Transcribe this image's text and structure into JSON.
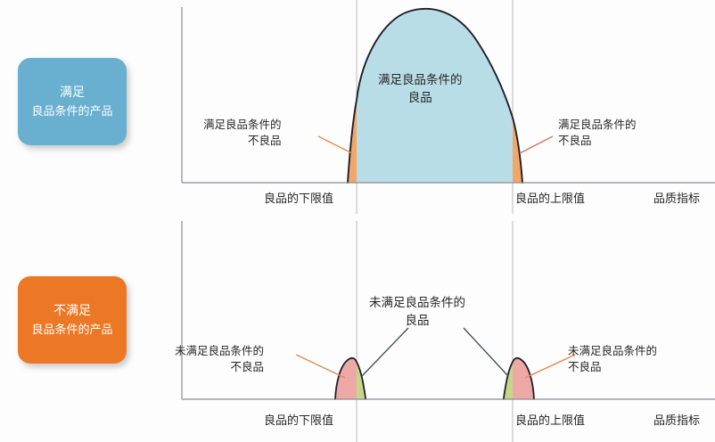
{
  "categories": [
    {
      "id": "qualified",
      "line1": "满足",
      "line2": "良品条件的产品",
      "color": "#68afd0"
    },
    {
      "id": "unqualified",
      "line1": "不满足",
      "line2": "良品条件的产品",
      "color": "#ec7826"
    }
  ],
  "top_chart": {
    "center_label": {
      "line1": "满足良品条件的",
      "line2": "良品"
    },
    "left_annotation": {
      "line1": "满足良品条件的",
      "line2": "不良品"
    },
    "right_annotation": {
      "line1": "满足良品条件的",
      "line2": "不良品"
    },
    "lower_limit_label": "良品的下限值",
    "upper_limit_label": "良品的上限值",
    "metric_axis_label": "品质指标"
  },
  "bottom_chart": {
    "center_label": {
      "line1": "未满足良品条件的",
      "line2": "良品"
    },
    "left_annotation": {
      "line1": "未满足良品条件的",
      "line2": "不良品"
    },
    "right_annotation": {
      "line1": "未满足良品条件的",
      "line2": "不良品"
    },
    "lower_limit_label": "良品的下限值",
    "upper_limit_label": "良品的上限值",
    "metric_axis_label": "品质指标"
  },
  "chart_data": {
    "type": "area",
    "title": "",
    "xlabel": "品质指标",
    "ylabel": "",
    "grid": false,
    "legend": "none",
    "spec_limits": {
      "lower_label": "良品的下限值",
      "upper_label": "良品的上限值",
      "lower_x": 0.345,
      "upper_x": 0.63
    },
    "panels": [
      {
        "name": "满足良品条件的产品",
        "distribution": "normal",
        "mean_x": 0.4875,
        "std_x": 0.06,
        "peak_height": 1.0,
        "regions": [
          {
            "name": "满足良品条件的不良品",
            "fill": "#f2a768",
            "x_range": [
              0.333,
              0.352
            ]
          },
          {
            "name": "满足良品条件的良品",
            "fill": "#b9dde6",
            "x_range": [
              0.352,
              0.623
            ]
          },
          {
            "name": "满足良品条件的不良品",
            "fill": "#f2a768",
            "x_range": [
              0.623,
              0.642
            ]
          }
        ]
      },
      {
        "name": "不满足良品条件的产品",
        "distribution": "bimodal-narrow",
        "peaks_x": [
          0.345,
          0.63
        ],
        "std_x": 0.022,
        "peak_height": 0.22,
        "regions": [
          {
            "name": "未满足良品条件的不良品",
            "fill": "#eea9a6",
            "x_range": [
              0.31,
              0.345
            ]
          },
          {
            "name": "未满足良品条件的良品",
            "fill": "#c5d68b",
            "x_range": [
              0.345,
              0.378
            ]
          },
          {
            "name": "未满足良品条件的良品",
            "fill": "#c5d68b",
            "x_range": [
              0.598,
              0.63
            ]
          },
          {
            "name": "未满足良品条件的不良品",
            "fill": "#eea9a6",
            "x_range": [
              0.63,
              0.665
            ]
          }
        ]
      }
    ]
  }
}
